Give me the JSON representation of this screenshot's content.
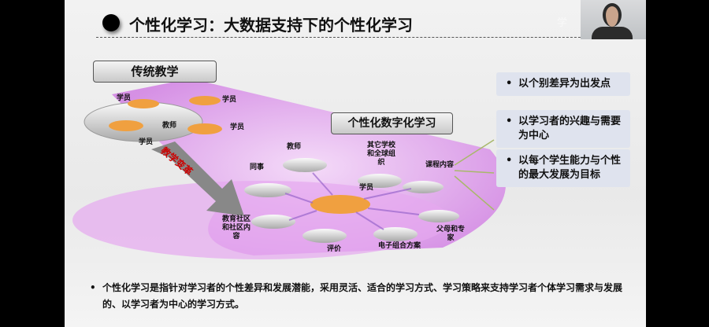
{
  "title": "个性化学习：大数据支持下的个性化学习",
  "watermark": "学",
  "traditional": {
    "label": "传统教学",
    "students": [
      "学员",
      "学员",
      "学员",
      "学员"
    ],
    "teacher": "教师"
  },
  "transition": "教学变革",
  "digital": {
    "label": "个性化数字化学习",
    "nodes": {
      "teacher": "教师",
      "peers": "同事",
      "other_schools": "其它学校和全球组织",
      "course": "课程内容",
      "student": "学员",
      "community": "教育社区和社区内容",
      "evaluation": "评价",
      "eportfolio": "电子组合方案",
      "parents": "父母和专家"
    }
  },
  "principles": [
    "以个别差异为出发点",
    "以学习者的兴趣与需要为中心",
    "以每个学生能力与个性的最大发展为目标"
  ],
  "bullet": "个性化学习是指针对学习者的个性差异和发展潜能，采用灵活、适合的学习方式、学习策略来支持学习者个体学习需求与发展的、以学习者为中心的学习方式。",
  "colors": {
    "purple": "#d98ee8",
    "orange": "#f0a040",
    "box": "#dfe3ee",
    "arrow": "#a8b86a"
  }
}
